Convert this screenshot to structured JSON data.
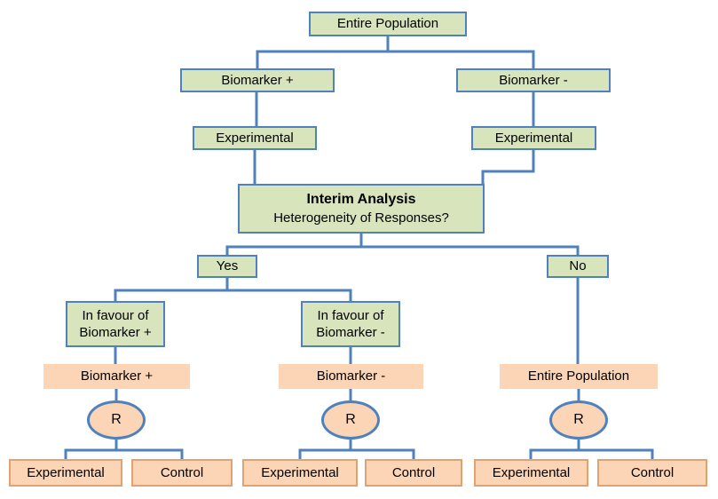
{
  "diagram": {
    "root": {
      "label": "Entire Population"
    },
    "split": {
      "biomarker_plus": {
        "label": "Biomarker +",
        "arm": "Experimental"
      },
      "biomarker_minus": {
        "label": "Biomarker -",
        "arm": "Experimental"
      }
    },
    "interim": {
      "title": "Interim Analysis",
      "question": "Heterogeneity of Responses?"
    },
    "decision": {
      "yes": "Yes",
      "no": "No"
    },
    "outcomes": {
      "favour_plus": {
        "label": "In favour of\nBiomarker +",
        "population": "Biomarker +"
      },
      "favour_minus": {
        "label": "In favour of\nBiomarker -",
        "population": "Biomarker -"
      },
      "homogeneous": {
        "population": "Entire Population"
      }
    },
    "randomization": {
      "symbol": "R"
    },
    "arms": {
      "experimental": "Experimental",
      "control": "Control"
    }
  },
  "colors": {
    "box_green": "#d7e4bc",
    "box_peach": "#fbd5b5",
    "border_blue": "#4f81bd",
    "border_peach": "#e2a26f",
    "line_blue": "#4f81bd",
    "text": "#000000"
  }
}
